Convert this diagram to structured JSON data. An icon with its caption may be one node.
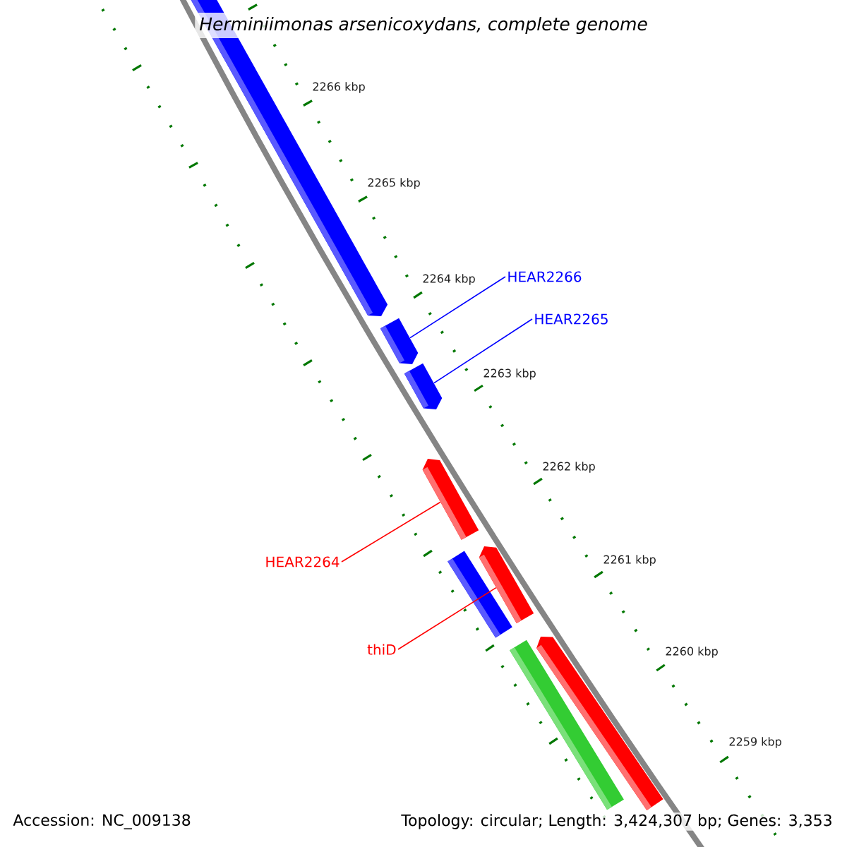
{
  "diagram": {
    "title": "Herminiimonas arsenicoxydans, complete genome",
    "nodes": [
      {
        "text": [],
        "shape": "bar"
      },
      {
        "text": [],
        "shape": "bar"
      },
      {
        "text": [],
        "shape": "bar"
      },
      {
        "text": [],
        "shape": "bar"
      },
      {
        "text": [],
        "shape": "bar"
      },
      {
        "text": [],
        "shape": "bar"
      },
      {
        "text": [],
        "shape": "bar"
      },
      {
        "text": [],
        "shape": "bar"
      },
      {
        "text": [
          "HEAR2266"
        ]
      },
      {
        "text": [
          "HEAR2265"
        ]
      },
      {
        "text": [
          "HEAR2264"
        ]
      },
      {
        "text": [
          "thiD"
        ]
      }
    ],
    "edges": [
      {
        "from": 8,
        "to": 1,
        "arrow": "none",
        "color": "#0000ff"
      },
      {
        "from": 9,
        "to": 2,
        "arrow": "none",
        "color": "#0000ff"
      },
      {
        "from": 10,
        "to": 3,
        "arrow": "none",
        "color": "#ff0000"
      },
      {
        "from": 11,
        "to": 5,
        "arrow": "none",
        "color": "#ff0000"
      }
    ],
    "labels": [
      "2266 kbp",
      "2265 kbp",
      "2264 kbp",
      "2263 kbp",
      "2262 kbp",
      "2261 kbp",
      "2260 kbp",
      "2259 kbp",
      "Accession: NC_009138",
      "Topology: circular; Length: 3,424,307 bp; Genes: 3,353"
    ]
  }
}
